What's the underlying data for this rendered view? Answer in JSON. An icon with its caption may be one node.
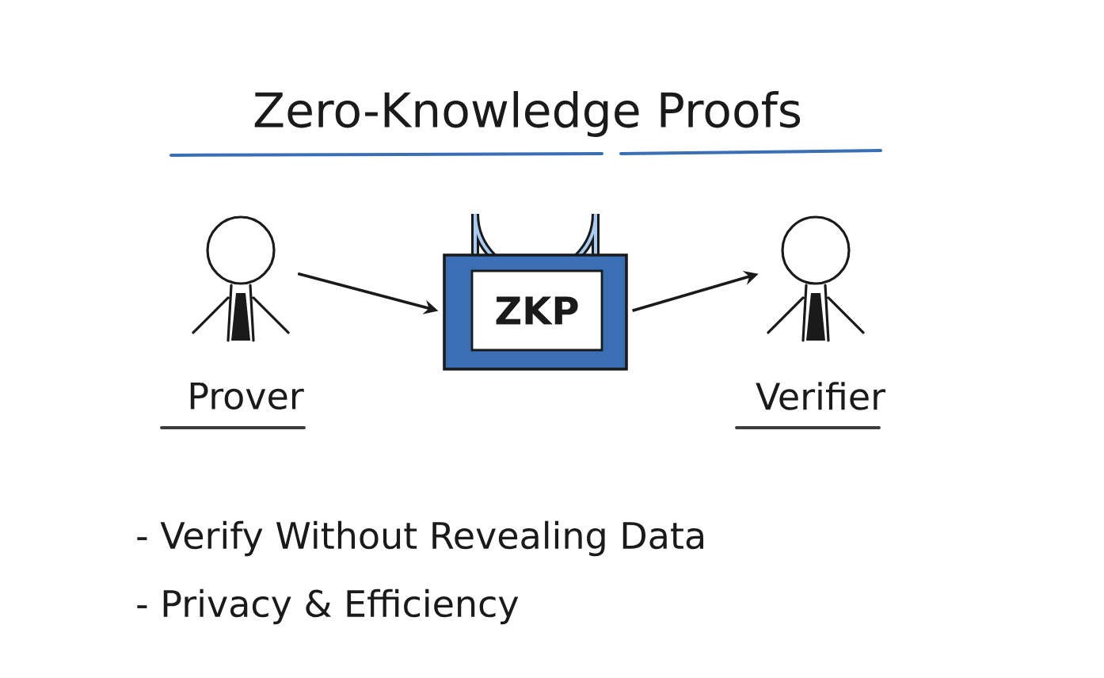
{
  "diagram": {
    "title": "Zero-Knowledge Proofs",
    "nodes": [
      {
        "text": [
          "Prover"
        ]
      },
      {
        "text": [
          "ZKP"
        ]
      },
      {
        "text": [
          "Verifier"
        ]
      }
    ],
    "edges": [
      {
        "from": 0,
        "to": 1,
        "arrow": "to"
      },
      {
        "from": 1,
        "to": 2,
        "arrow": "to"
      }
    ],
    "labels": [
      "- Verify Without Revealing Data",
      "- Privacy & Efficiency"
    ]
  }
}
